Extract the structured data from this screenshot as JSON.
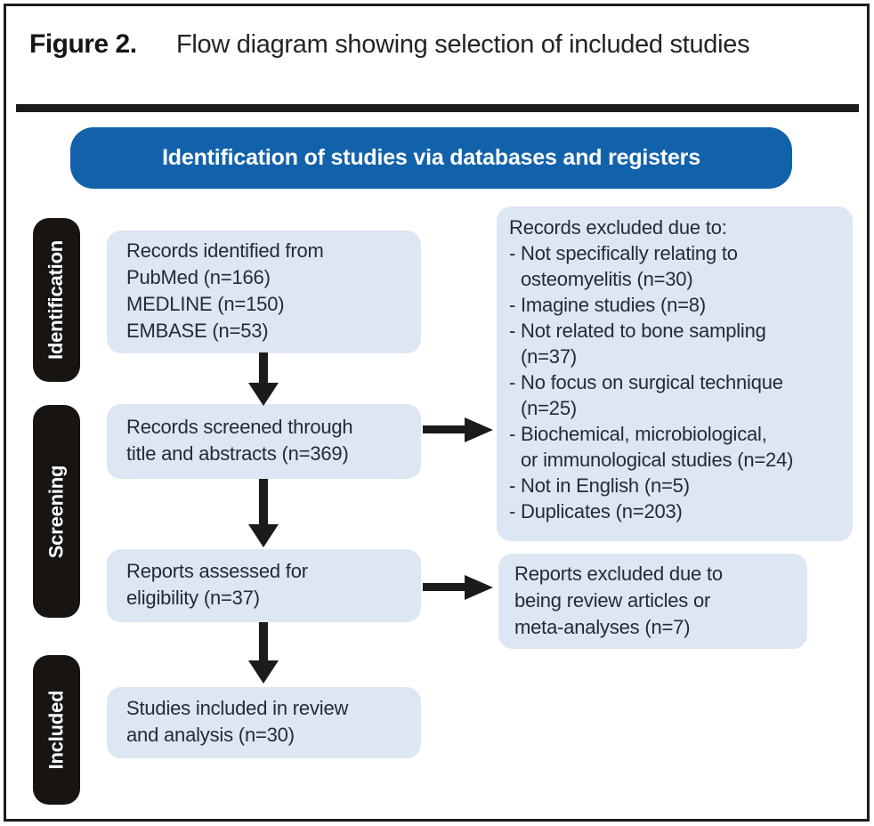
{
  "caption": {
    "label": "Figure 2.",
    "title": "Flow diagram showing selection of included studies"
  },
  "banner": {
    "label": "Identification of studies via databases and registers"
  },
  "stages": {
    "identification": "Identification",
    "screening": "Screening",
    "included": "Included"
  },
  "flow": {
    "records_identified": "Records identified from\nPubMed (n=166)\nMEDLINE (n=150)\nEMBASE (n=53)",
    "records_screened": "Records screened through\ntitle and abstracts (n=369)",
    "reports_assessed": "Reports assessed for\neligibility (n=37)",
    "studies_included": "Studies included in review\nand analysis (n=30)"
  },
  "exclusions": {
    "records_excluded_heading": "Records excluded due to:",
    "records_excluded_items": [
      "Not specifically relating to\nosteomyelitis (n=30)",
      "Imagine studies (n=8)",
      "Not related to bone sampling\n(n=37)",
      "No focus on surgical technique\n(n=25)",
      "Biochemical, microbiological,\nor immunological studies (n=24)",
      "Not in English (n=5)",
      "Duplicates (n=203)"
    ],
    "reports_excluded": "Reports excluded due to\nbeing review articles or\nmeta-analyses (n=7)"
  },
  "colors": {
    "banner_blue": "#1262ab",
    "box_blue": "#dde6f3",
    "stage_black": "#171412",
    "arrow_black": "#1b1b1b",
    "text_dark": "#242b35"
  }
}
